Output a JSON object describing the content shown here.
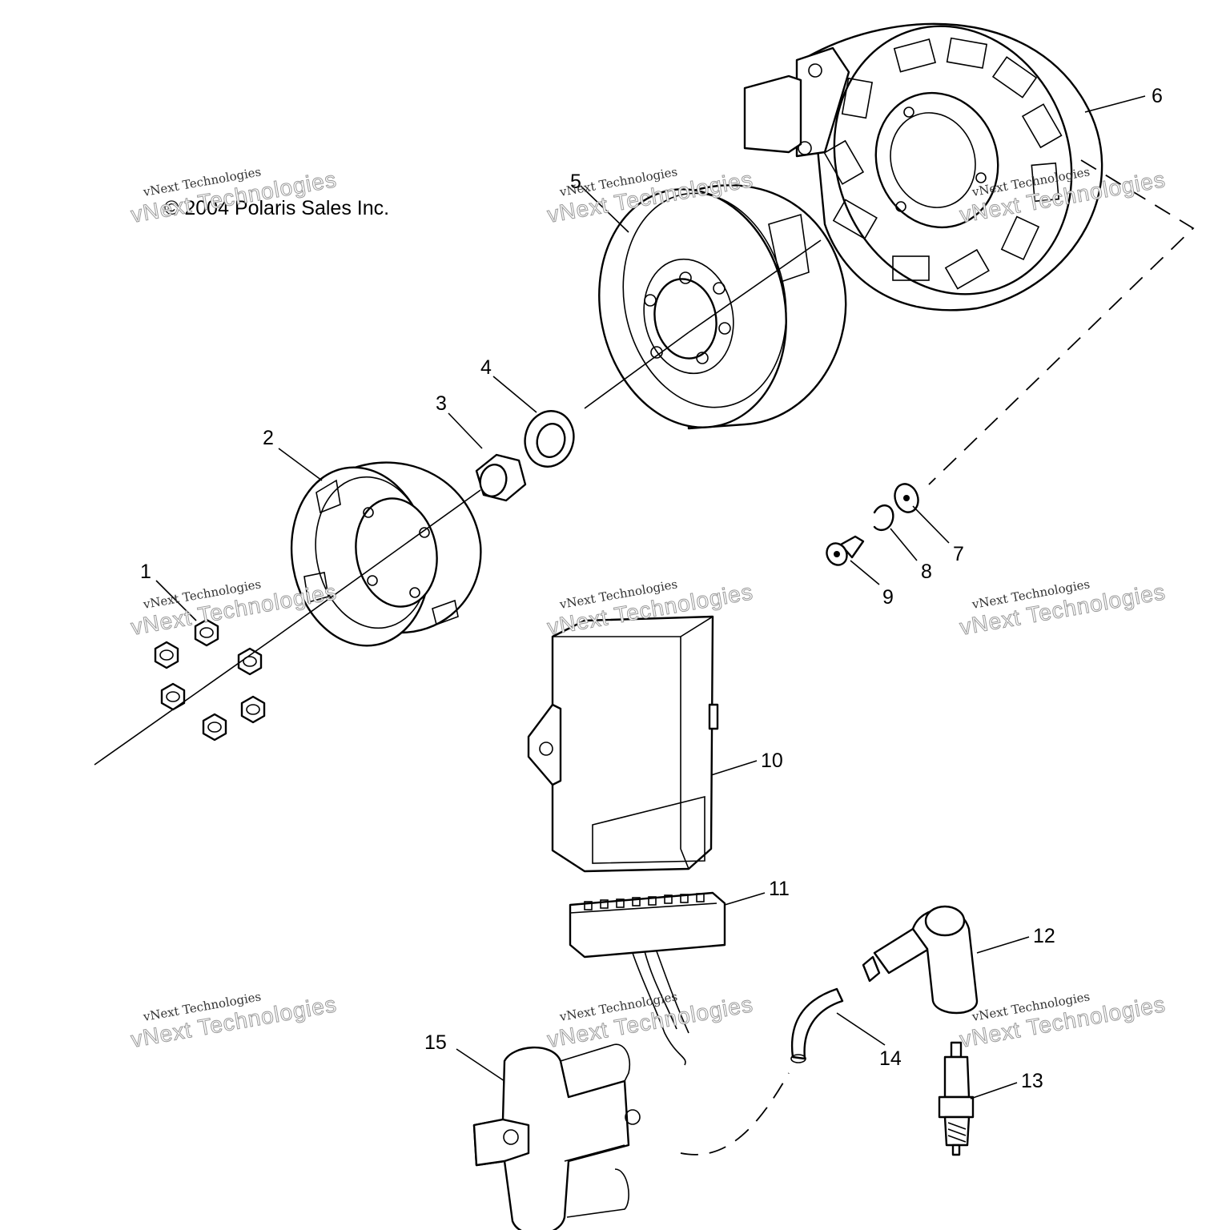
{
  "copyright": "© 2004 Polaris Sales Inc.",
  "watermark": {
    "line1": "vNext Technologies",
    "line2": "vNext Technologies"
  },
  "callouts": [
    "1",
    "2",
    "3",
    "4",
    "5",
    "6",
    "7",
    "8",
    "9",
    "10",
    "11",
    "12",
    "13",
    "14",
    "15"
  ],
  "colors": {
    "line": "#000000",
    "background": "#ffffff",
    "watermark": "#9a9a9a"
  }
}
